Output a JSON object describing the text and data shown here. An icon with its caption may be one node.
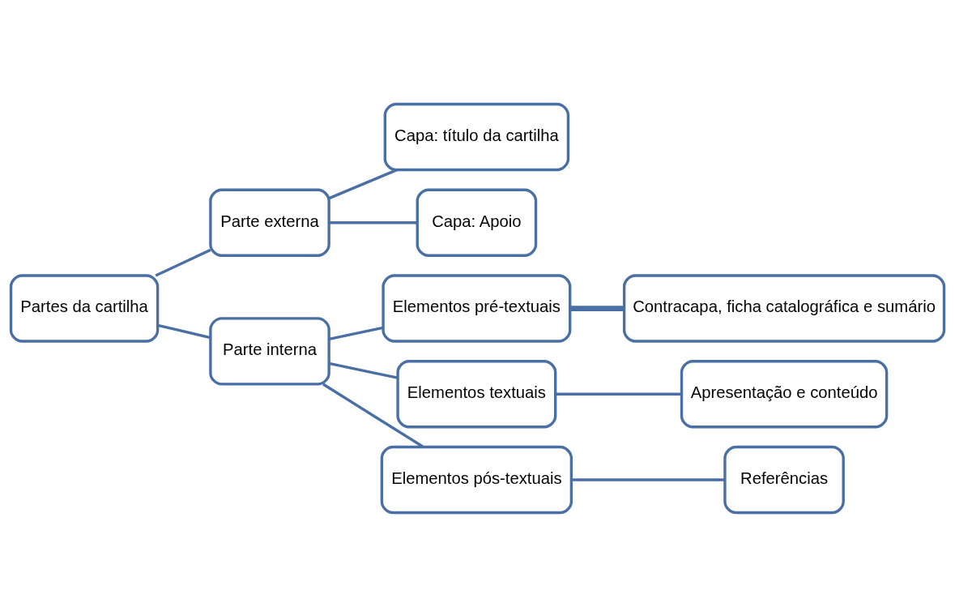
{
  "diagram": {
    "nodes": [
      {
        "text": [
          "Partes da cartilha"
        ]
      },
      {
        "text": [
          "Parte externa"
        ]
      },
      {
        "text": [
          "Parte interna"
        ]
      },
      {
        "text": [
          "Capa: título da cartilha"
        ]
      },
      {
        "text": [
          "Capa: Apoio"
        ]
      },
      {
        "text": [
          "Elementos pré-textuais"
        ]
      },
      {
        "text": [
          "Elementos textuais"
        ]
      },
      {
        "text": [
          "Elementos pós-textuais"
        ]
      },
      {
        "text": [
          "Contracapa, ficha catalográfica e sumário"
        ]
      },
      {
        "text": [
          "Apresentação e conteúdo"
        ]
      },
      {
        "text": [
          "Referências"
        ]
      }
    ],
    "edges": [
      {
        "from": 0,
        "to": 1,
        "arrow": "none"
      },
      {
        "from": 0,
        "to": 2,
        "arrow": "none"
      },
      {
        "from": 1,
        "to": 3,
        "arrow": "none"
      },
      {
        "from": 1,
        "to": 4,
        "arrow": "none"
      },
      {
        "from": 2,
        "to": 5,
        "arrow": "none"
      },
      {
        "from": 2,
        "to": 6,
        "arrow": "none"
      },
      {
        "from": 2,
        "to": 7,
        "arrow": "none"
      },
      {
        "from": 5,
        "to": 8,
        "arrow": "none",
        "style": "thick"
      },
      {
        "from": 6,
        "to": 9,
        "arrow": "none"
      },
      {
        "from": 7,
        "to": 10,
        "arrow": "none"
      }
    ]
  }
}
